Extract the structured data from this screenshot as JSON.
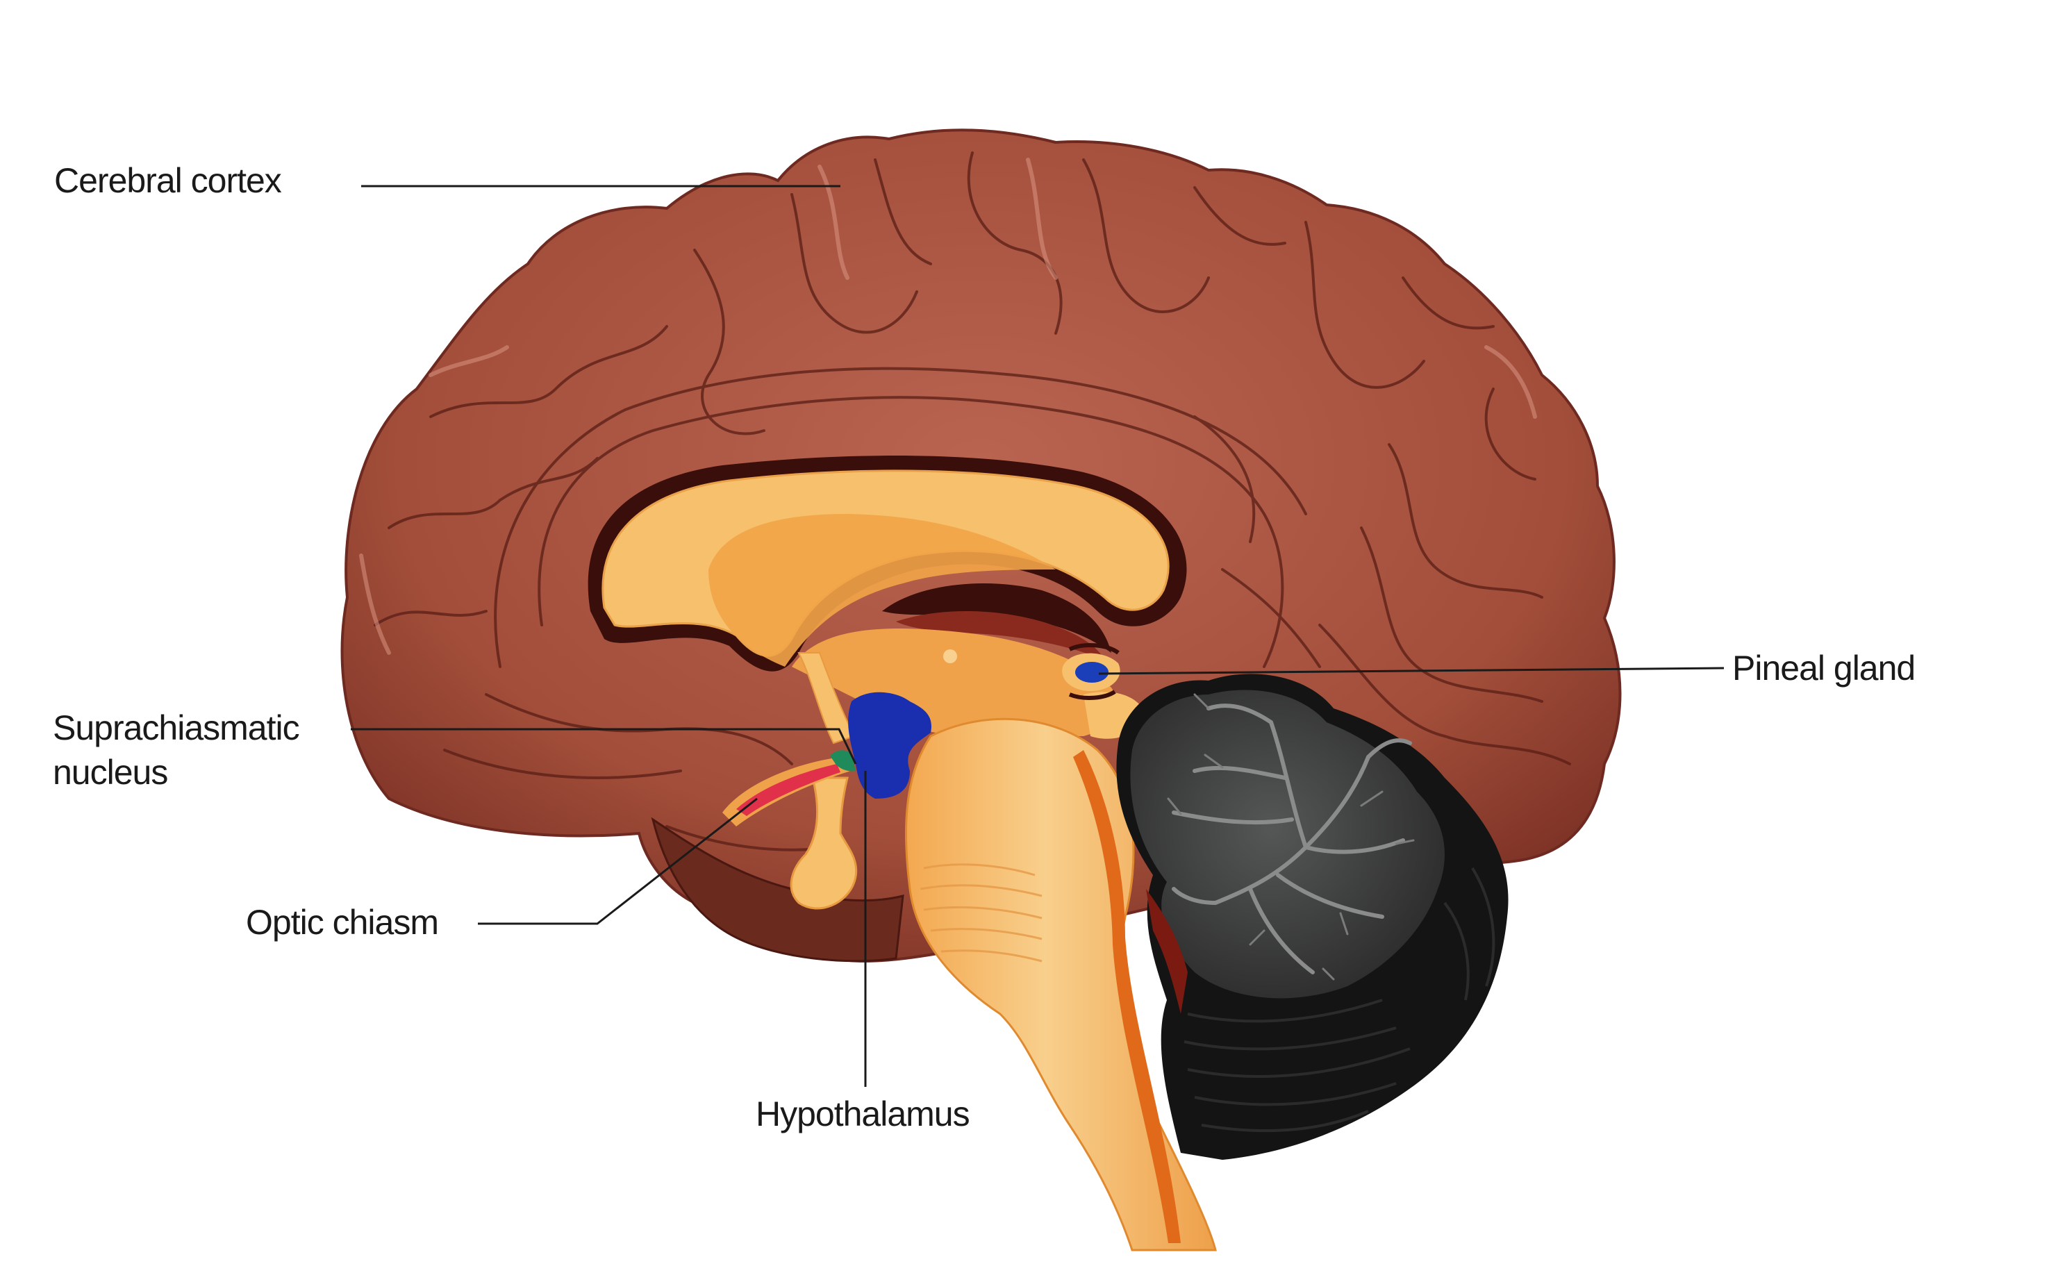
{
  "diagram": {
    "subject": "Human brain, midsagittal section",
    "labels": [
      {
        "id": "cerebral-cortex",
        "lines": [
          "Cerebral cortex"
        ]
      },
      {
        "id": "pineal-gland",
        "lines": [
          "Pineal gland"
        ]
      },
      {
        "id": "suprachiasmatic-nucleus",
        "lines": [
          "Suprachiasmatic",
          "nucleus"
        ]
      },
      {
        "id": "optic-chiasm",
        "lines": [
          "Optic chiasm"
        ]
      },
      {
        "id": "hypothalamus",
        "lines": [
          "Hypothalamus"
        ]
      }
    ],
    "colors": {
      "background": "#ffffff",
      "cortex": "#a5503c",
      "cortex_highlight": "#c27462",
      "cortex_shadow": "#6e2a20",
      "sulcus_line": "#5a1e16",
      "white_matter": "#f6c06c",
      "brainstem": "#f0a24a",
      "brainstem_dark": "#e07a20",
      "ventricle": "#3a0e0a",
      "cerebellum": "#3c3c3c",
      "cerebellum_arbor": "#8a8c8c",
      "cerebellum_dark": "#141414",
      "hypothalamus": "#1a2fb0",
      "pineal": "#1a3fb8",
      "optic_chiasm": "#e0304a",
      "scn": "#1f8a5a",
      "leader_line": "#1a1a1a",
      "label_text": "#1a1a1a"
    }
  }
}
